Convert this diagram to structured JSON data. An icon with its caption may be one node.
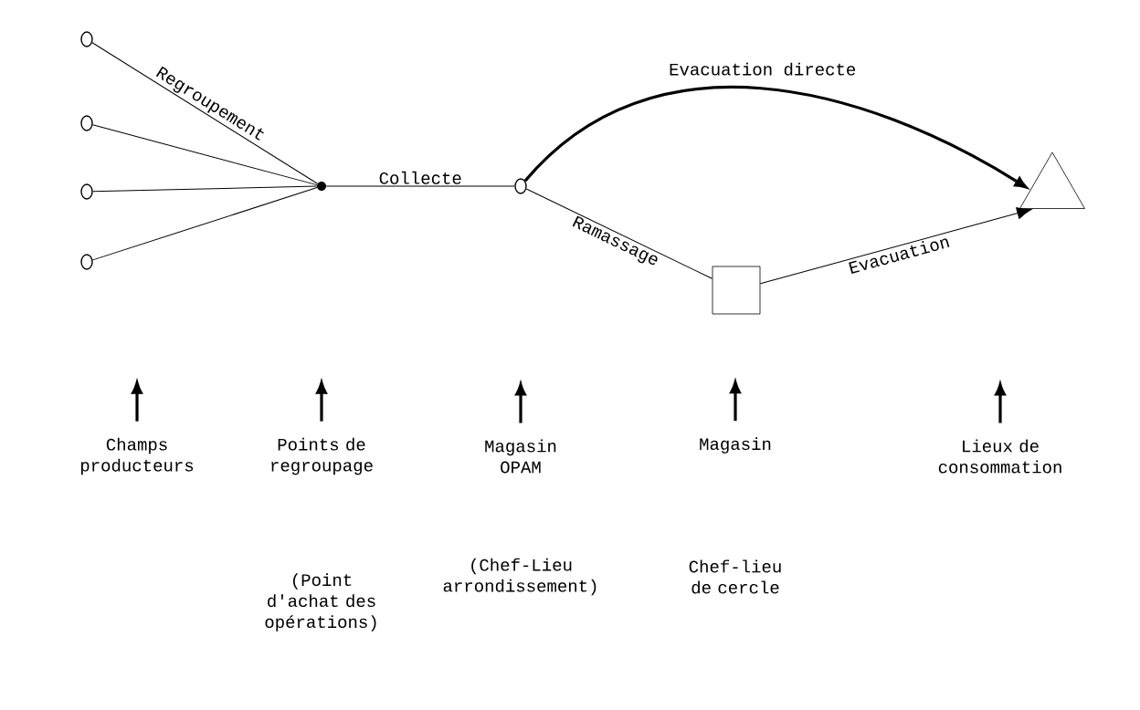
{
  "diagram": {
    "nodes": [
      {
        "text": [],
        "shape": "circle"
      },
      {
        "text": [],
        "shape": "circle"
      },
      {
        "text": [],
        "shape": "circle"
      },
      {
        "text": [],
        "shape": "circle"
      },
      {
        "text": [],
        "shape": "circle"
      },
      {
        "text": [],
        "shape": "circle"
      },
      {
        "text": [],
        "shape": "box"
      },
      {
        "text": [],
        "shape": "triangle"
      },
      {
        "text": [
          "Champs producteurs"
        ]
      },
      {
        "text": [
          "Points de regroupage"
        ]
      },
      {
        "text": [
          "Magasin OPAM"
        ]
      },
      {
        "text": [
          "Magasin"
        ]
      },
      {
        "text": [
          "Lieux de consommation"
        ]
      }
    ],
    "edges": [
      {
        "from": 0,
        "to": 4,
        "arrow": "none",
        "label": "Regroupement"
      },
      {
        "from": 1,
        "to": 4,
        "arrow": "none"
      },
      {
        "from": 2,
        "to": 4,
        "arrow": "none"
      },
      {
        "from": 3,
        "to": 4,
        "arrow": "none"
      },
      {
        "from": 4,
        "to": 5,
        "arrow": "none",
        "label": "Collecte"
      },
      {
        "from": 5,
        "to": 7,
        "arrow": "to",
        "label": "Evacuation directe",
        "style": "thick"
      },
      {
        "from": 5,
        "to": 6,
        "arrow": "none",
        "label": "Ramassage"
      },
      {
        "from": 6,
        "to": 7,
        "arrow": "to",
        "label": "Evacuation"
      },
      {
        "from": 8,
        "to": null,
        "arrow": "to",
        "style": "thick"
      },
      {
        "from": 9,
        "to": null,
        "arrow": "to",
        "style": "thick"
      },
      {
        "from": 10,
        "to": null,
        "arrow": "to",
        "style": "thick"
      },
      {
        "from": 11,
        "to": null,
        "arrow": "to",
        "style": "thick"
      },
      {
        "from": 12,
        "to": null,
        "arrow": "to",
        "style": "thick"
      }
    ],
    "labels": [
      "(Point d'achat des opérations)",
      "(Chef-Lieu arrondissement)",
      "Chef-lieu de cercle"
    ]
  }
}
